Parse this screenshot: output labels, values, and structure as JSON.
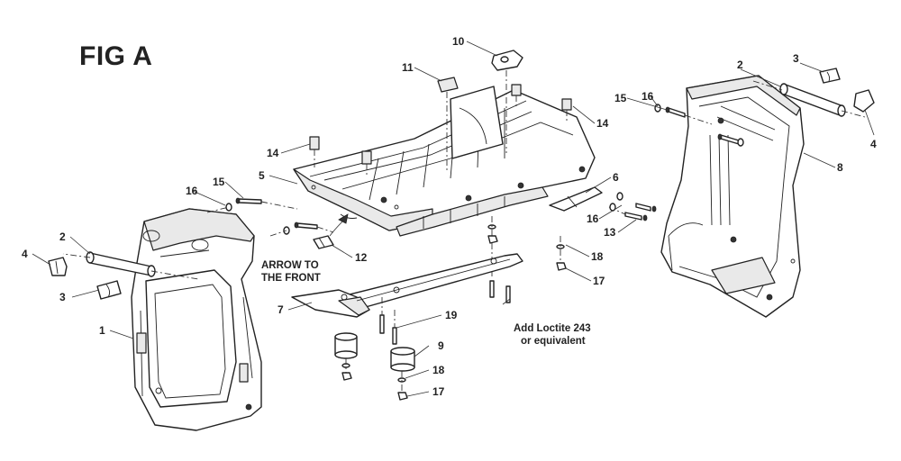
{
  "figure": {
    "title": "FIG A"
  },
  "callouts": {
    "c1": "1",
    "c2_left": "2",
    "c2_right": "2",
    "c3_left": "3",
    "c3_right": "3",
    "c4_left": "4",
    "c4_right": "4",
    "c5": "5",
    "c6": "6",
    "c7": "7",
    "c8": "8",
    "c9": "9",
    "c10": "10",
    "c11": "11",
    "c12": "12",
    "c13": "13",
    "c14_left": "14",
    "c14_right": "14",
    "c15_left": "15",
    "c15_right": "15",
    "c16_left": "16",
    "c16_right": "16",
    "c16_mid": "16",
    "c17_upper": "17",
    "c17_lower": "17",
    "c18_upper": "18",
    "c18_lower": "18",
    "c19": "19"
  },
  "notes": {
    "arrow_line1": "ARROW TO",
    "arrow_line2": "THE FRONT",
    "loctite_line1": "Add Loctite 243",
    "loctite_line2": "or equivalent"
  }
}
